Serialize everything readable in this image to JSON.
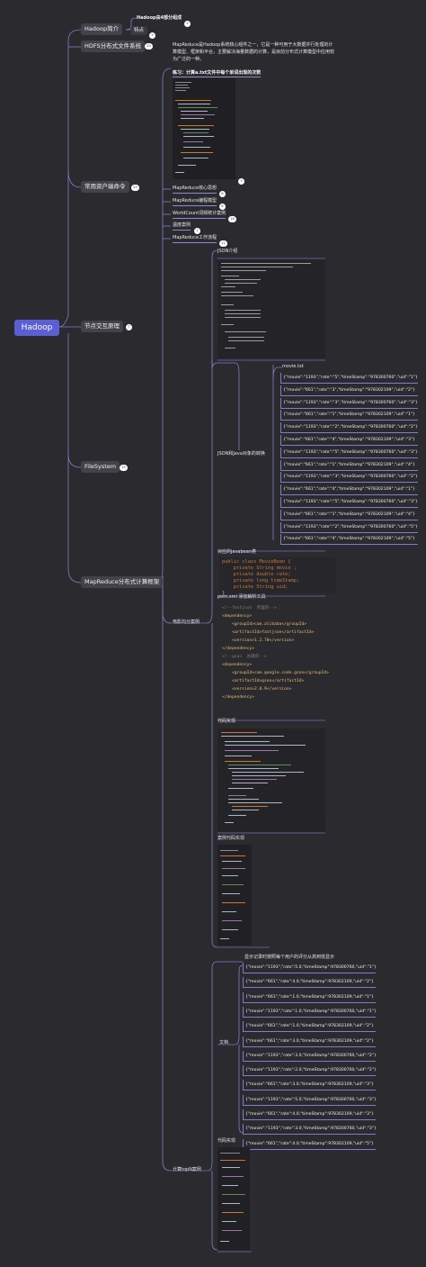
{
  "root": "Hadoop",
  "branches": {
    "intro": "Hadoop简介",
    "hdfs": "HDFS分布式文件系统",
    "commands": "常用资户端命令",
    "node": "节点交互原理",
    "fs": "FileSystem",
    "mr": "MapReduce分布式计算框架"
  },
  "intro_children": {
    "four_parts": "Hadoop由4部分组成",
    "features": "特点"
  },
  "mr_desc": "MapReduce是Hadoop系统核心组件之一，它是一种可用于大数据并行处理的计算模型、框架和平台，主要解决海量数据的计算，是目前分布式计算模型中应用较为广泛的一种。",
  "mr_items": {
    "exercise": "练习：计算a.txt文件中每个单词出现的次数",
    "core": "MapReduce核心思想",
    "model": "MapReduce编程模型",
    "wordcount": "WorldCount词频统计案例",
    "temp": "温度案例",
    "flow": "MapReduce工作流程"
  },
  "badges": {
    "four_parts": "5",
    "features": "9",
    "hdfs": "20",
    "commands": "54",
    "node": "7",
    "fs": "15",
    "exercise": "3",
    "core": "8",
    "model": "6",
    "wordcount": "16",
    "temp": "2",
    "flow": "11"
  },
  "movie": {
    "branch": "电影均分案例",
    "json_intro": "JSON介绍",
    "json_convert": "JSON和Java对象的转换",
    "file_title": "movie.txt",
    "records": [
      "{\"movie\":\"1193\",\"rate\":\"5\",\"timeStamp\":\"978300760\",\"uid\":\"1\"}",
      "{\"movie\":\"661\",\"rate\":\"3\",\"timeStamp\":\"978302109\",\"uid\":\"2\"}",
      "{\"movie\":\"1193\",\"rate\":\"3\",\"timeStamp\":\"978300760\",\"uid\":\"3\"}",
      "{\"movie\":\"661\",\"rate\":\"1\",\"timeStamp\":\"978302109\",\"uid\":\"1\"}",
      "{\"movie\":\"1193\",\"rate\":\"2\",\"timeStamp\":\"978300760\",\"uid\":\"2\"}",
      "{\"movie\":\"661\",\"rate\":\"4\",\"timeStamp\":\"978302109\",\"uid\":\"3\"}",
      "{\"movie\":\"1193\",\"rate\":\"5\",\"timeStamp\":\"978300760\",\"uid\":\"3\"}",
      "{\"movie\":\"661\",\"rate\":\"1\",\"timeStamp\":\"978302109\",\"uid\":\"4\"}",
      "{\"movie\":\"1193\",\"rate\":\"3\",\"timeStamp\":\"978300760\",\"uid\":\"2\"}",
      "{\"movie\":\"661\",\"rate\":\"4\",\"timeStamp\":\"978302109\",\"uid\":\"1\"}",
      "{\"movie\":\"1193\",\"rate\":\"5\",\"timeStamp\":\"978300760\",\"uid\":\"3\"}",
      "{\"movie\":\"661\",\"rate\":\"1\",\"timeStamp\":\"978302109\",\"uid\":\"4\"}",
      "{\"movie\":\"1193\",\"rate\":\"2\",\"timeStamp\":\"978300760\",\"uid\":\"5\"}",
      "{\"movie\":\"661\",\"rate\":\"4\",\"timeStamp\":\"978302109\",\"uid\":\"5\"}"
    ],
    "javabean_title": "对应的javabean类",
    "javabean_code": [
      "public class MovieBean {",
      "    private String movie ;",
      "    private double rate;",
      "    private long timeStamp;",
      "    private String uid;",
      "}"
    ],
    "pom_title": "pom.xml 添加解析工具",
    "pom_code": [
      "<!--fastjson  阿里的-->",
      "<dependency>",
      "    <groupId>com.alibaba</groupId>",
      "    <artifactId>fastjson</artifactId>",
      "    <version>1.2.70</version>",
      "</dependency>",
      "",
      "<!--gson  谷歌的-->",
      "<dependency>",
      "    <groupId>com.google.code.gson</groupId>",
      "    <artifactId>gson</artifactId>",
      "    <version>2.8.9</version>",
      "</dependency>"
    ],
    "code_title": "代码实现",
    "case_title": "案例代码实现"
  },
  "topn": {
    "branch": "计算topN案例",
    "desc": "显示记录时按照每个用户的评分从高到低显示",
    "doc": "文档",
    "records": [
      "{\"movie\":\"1193\",\"rate\":5.0,\"timeStamp\":978300760,\"uid\":\"1\"}",
      "{\"movie\":\"661\",\"rate\":4.0,\"timeStamp\":978302109,\"uid\":\"2\"}",
      "{\"movie\":\"661\",\"rate\":1.0,\"timeStamp\":978302109,\"uid\":\"1\"}",
      "{\"movie\":\"1193\",\"rate\":1.0,\"timeStamp\":978300760,\"uid\":\"1\"}",
      "{\"movie\":\"661\",\"rate\":1.0,\"timeStamp\":978302109,\"uid\":\"2\"}",
      "{\"movie\":\"661\",\"rate\":3.0,\"timeStamp\":978302109,\"uid\":\"2\"}",
      "{\"movie\":\"1193\",\"rate\":3.0,\"timeStamp\":978300760,\"uid\":\"2\"}",
      "{\"movie\":\"1193\",\"rate\":2.0,\"timeStamp\":978300760,\"uid\":\"2\"}",
      "{\"movie\":\"661\",\"rate\":3.0,\"timeStamp\":978302109,\"uid\":\"3\"}",
      "{\"movie\":\"1193\",\"rate\":5.0,\"timeStamp\":978300760,\"uid\":\"3\"}",
      "{\"movie\":\"661\",\"rate\":4.0,\"timeStamp\":978302109,\"uid\":\"3\"}",
      "{\"movie\":\"1193\",\"rate\":3.0,\"timeStamp\":978300760,\"uid\":\"3\"}",
      "{\"movie\":\"661\",\"rate\":4.0,\"timeStamp\":978302109,\"uid\":\"5\"}"
    ],
    "code_title": "代码实现"
  },
  "colors": {
    "background": "#2b2a2f",
    "root": "#5b5fd6",
    "line": "#7d80c8",
    "node": "#43424a"
  }
}
